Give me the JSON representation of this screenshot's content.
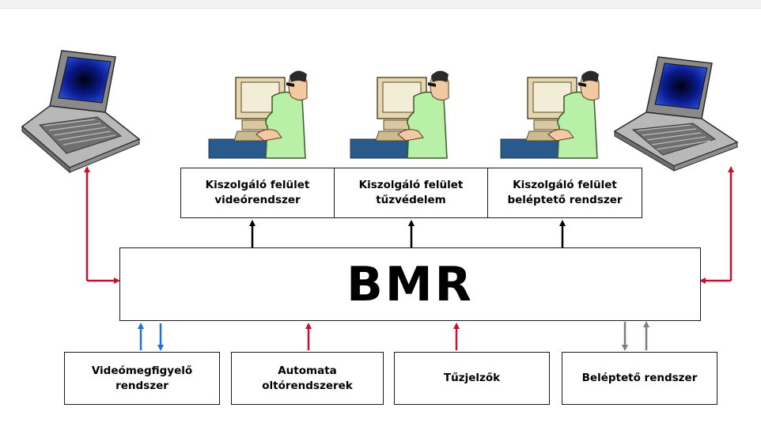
{
  "colors": {
    "arrow_red": "#c8102e",
    "arrow_blue": "#1e6fd9",
    "arrow_gray": "#7a7f85",
    "arrow_black": "#000000",
    "box_border": "#1a1a1a"
  },
  "center": {
    "label": "BMR"
  },
  "server_panels": [
    {
      "label": "Kiszolgáló felület\nvideórendszer"
    },
    {
      "label": "Kiszolgáló felület\ntűzvédelem"
    },
    {
      "label": "Kiszolgáló felület\nbeléptető rendszer"
    }
  ],
  "subsystems": [
    {
      "label": "Videómegfigyelő\nrendszer",
      "arrow_color": "blue",
      "arrows": "up-down"
    },
    {
      "label": "Automata\noltórendszerek",
      "arrow_color": "red",
      "arrows": "up"
    },
    {
      "label": "Tűzjelzők",
      "arrow_color": "red",
      "arrows": "up"
    },
    {
      "label": "Beléptető rendszer",
      "arrow_color": "gray",
      "arrows": "down-up"
    }
  ],
  "clients": {
    "laptops": [
      "laptop-icon",
      "laptop-icon"
    ],
    "operators": [
      "operator-workstation-icon",
      "operator-workstation-icon",
      "operator-workstation-icon"
    ]
  }
}
